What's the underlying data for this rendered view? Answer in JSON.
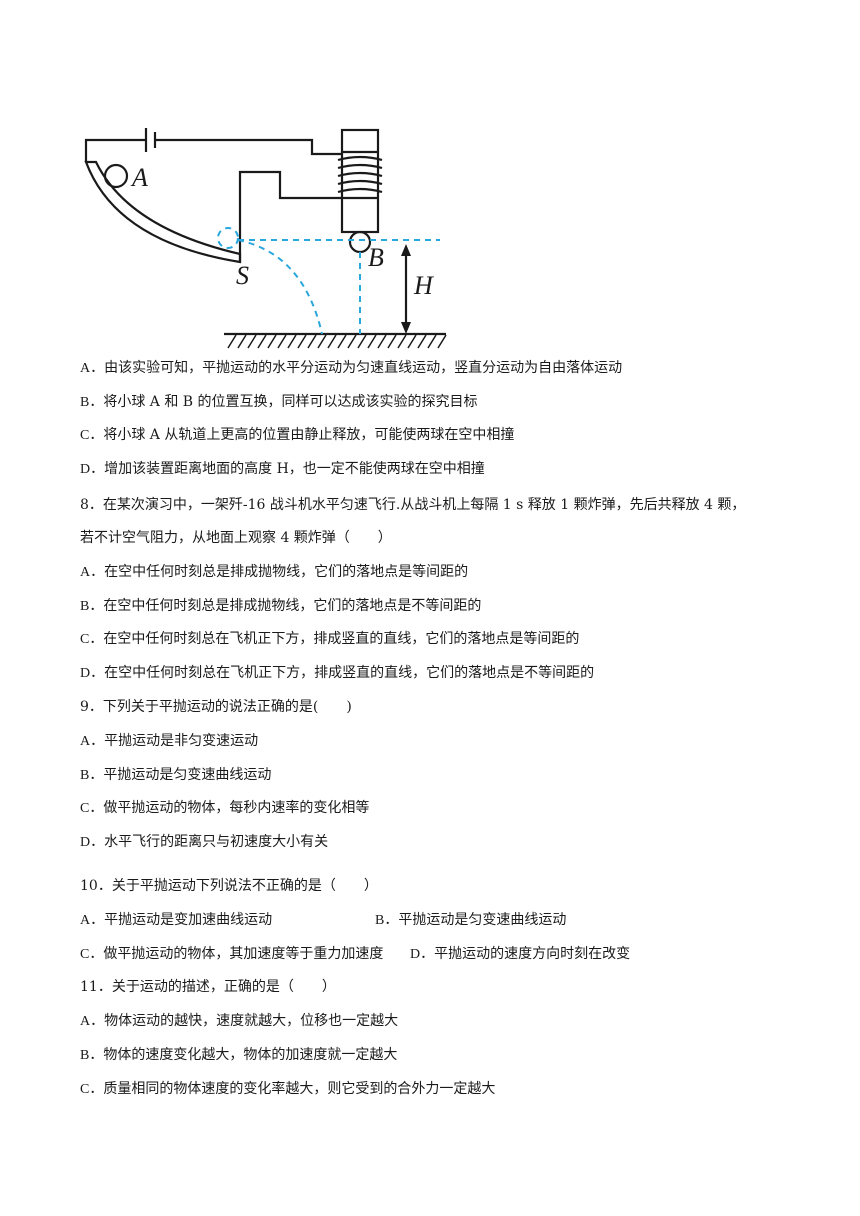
{
  "figure": {
    "labels": {
      "A": "A",
      "B": "B",
      "S": "S",
      "H": "H"
    }
  },
  "q7": {
    "options": [
      {
        "label": "A．",
        "text": "由该实验可知，平抛运动的水平分运动为匀速直线运动，竖直分运动为自由落体运动"
      },
      {
        "label": "B．",
        "text": "将小球 A 和 B 的位置互换，同样可以达成该实验的探究目标"
      },
      {
        "label": "C．",
        "text": "将小球 A 从轨道上更高的位置由静止释放，可能使两球在空中相撞"
      },
      {
        "label": "D．",
        "text": "增加该装置距离地面的高度 H，也一定不能使两球在空中相撞"
      }
    ]
  },
  "q8": {
    "stem_line1": "8．在某次演习中，一架歼-16 战斗机水平匀速飞行.从战斗机上每隔 1 s 释放 1 颗炸弹，先后共释放 4 颗，",
    "stem_line2": "若不计空气阻力，从地面上观察 4 颗炸弹（　　）",
    "options": [
      {
        "label": "A．",
        "text": "在空中任何时刻总是排成抛物线，它们的落地点是等间距的"
      },
      {
        "label": "B．",
        "text": "在空中任何时刻总是排成抛物线，它们的落地点是不等间距的"
      },
      {
        "label": "C．",
        "text": "在空中任何时刻总在飞机正下方，排成竖直的直线，它们的落地点是等间距的"
      },
      {
        "label": "D．",
        "text": "在空中任何时刻总在飞机正下方，排成竖直的直线，它们的落地点是不等间距的"
      }
    ]
  },
  "q9": {
    "stem": "9．下列关于平抛运动的说法正确的是(　　)",
    "options": [
      {
        "label": "A．",
        "text": "平抛运动是非匀变速运动"
      },
      {
        "label": "B．",
        "text": "平抛运动是匀变速曲线运动"
      },
      {
        "label": "C．",
        "text": "做平抛运动的物体，每秒内速率的变化相等"
      },
      {
        "label": "D．",
        "text": "水平飞行的距离只与初速度大小有关"
      }
    ]
  },
  "q10": {
    "stem": "10．关于平抛运动下列说法不正确的是（　　）",
    "options": [
      {
        "label": "A．",
        "text": "平抛运动是变加速曲线运动"
      },
      {
        "label": "B．",
        "text": "平抛运动是匀变速曲线运动"
      },
      {
        "label": "C．",
        "text": "做平抛运动的物体，其加速度等于重力加速度"
      },
      {
        "label": "D．",
        "text": "平抛运动的速度方向时刻在改变"
      }
    ]
  },
  "q11": {
    "stem": "11．关于运动的描述，正确的是（　　）",
    "options": [
      {
        "label": "A．",
        "text": "物体运动的越快，速度就越大，位移也一定越大"
      },
      {
        "label": "B．",
        "text": "物体的速度变化越大，物体的加速度就一定越大"
      },
      {
        "label": "C．",
        "text": "质量相同的物体速度的变化率越大，则它受到的合外力一定越大"
      }
    ]
  }
}
